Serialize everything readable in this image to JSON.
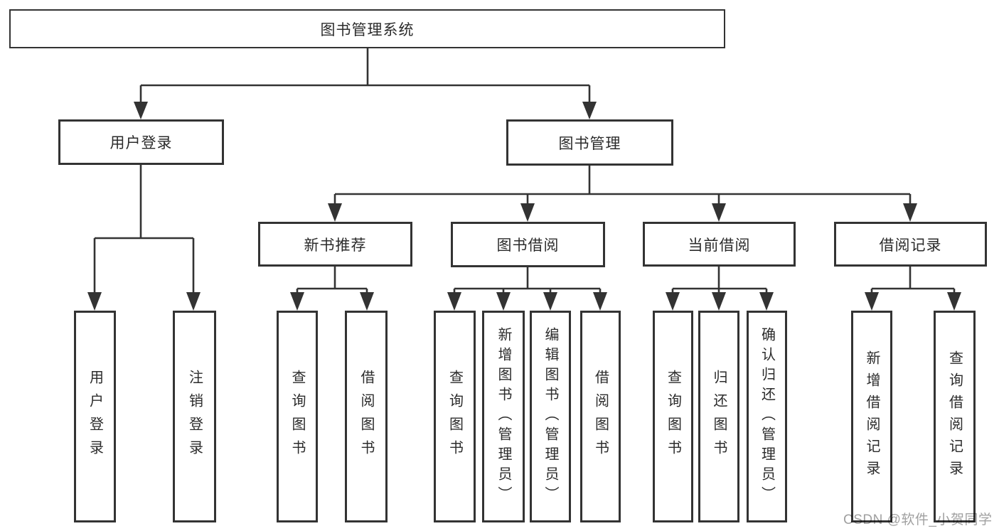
{
  "diagram": {
    "root_label": "图书管理系统",
    "level2": {
      "user_login": "用户登录",
      "book_mgmt": "图书管理"
    },
    "level3": {
      "new_book_rec": "新书推荐",
      "book_borrow": "图书借阅",
      "current_borrow": "当前借阅",
      "borrow_record": "借阅记录"
    },
    "user_login_children": {
      "login": "用户登录",
      "logout": "注销登录"
    },
    "new_book_rec_children": {
      "query_books": "查询图书",
      "borrow_books": "借阅图书"
    },
    "book_borrow_children": {
      "query_books": "查询图书",
      "add_books_admin": "新增图书（管理员）",
      "edit_books_admin": "编辑图书（管理员）",
      "borrow_books": "借阅图书"
    },
    "current_borrow_children": {
      "query_books": "查询图书",
      "return_books": "归还图书",
      "confirm_return_admin": "确认归还（管理员）"
    },
    "borrow_record_children": {
      "add_record": "新增借阅记录",
      "query_record": "查询借阅记录"
    }
  },
  "watermark": "CSDN @软件_小贺同学",
  "colors": {
    "line": "#333333",
    "text": "#2b2b2b",
    "watermark": "#a0a0a0",
    "background": "#ffffff"
  }
}
